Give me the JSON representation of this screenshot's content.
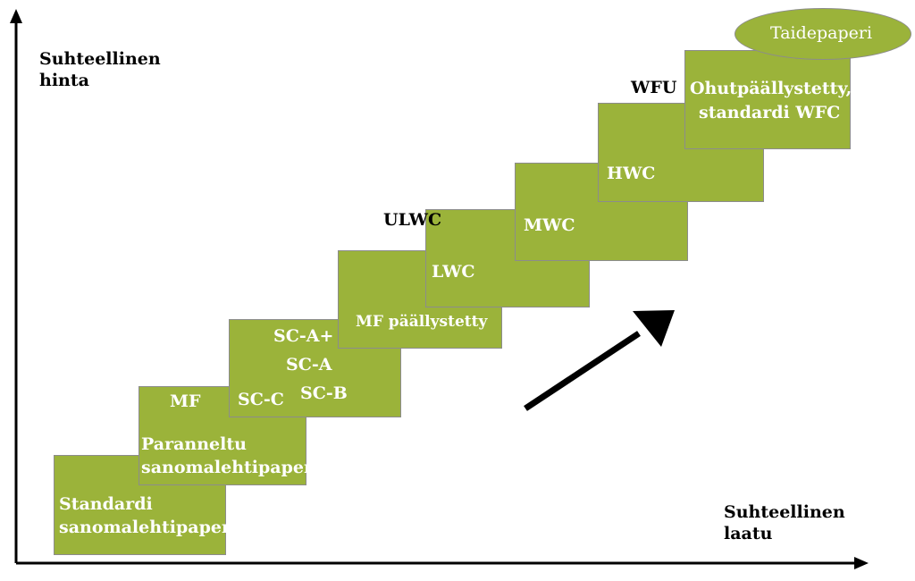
{
  "axes": {
    "y_label_line1": "Suhteellinen",
    "y_label_line2": "hinta",
    "x_label_line1": "Suhteellinen",
    "x_label_line2": "laatu"
  },
  "steps": {
    "standard_news_line1": "Standardi",
    "standard_news_line2": "sanomalehtipaperi",
    "mf_label": "MF",
    "improved_news_line1": "Paranneltu",
    "improved_news_line2": "sanomalehtipaperi",
    "sc_a_plus": "SC-A+",
    "sc_a": "SC-A",
    "sc_c": "SC-C",
    "sc_b": "SC-B",
    "mf_coated": "MF päällystetty",
    "ulwc": "ULWC",
    "lwc": "LWC",
    "mwc": "MWC",
    "hwc": "HWC",
    "wfu": "WFU",
    "thin_coated_line1": "Ohutpäällystetty,",
    "thin_coated_line2": "standardi WFC",
    "art_paper": "Taidepaperi"
  },
  "colors": {
    "box_fill": "#9bb33a",
    "box_border": "#8c8c8c",
    "axis": "#000000",
    "box_text": "#ffffff"
  }
}
